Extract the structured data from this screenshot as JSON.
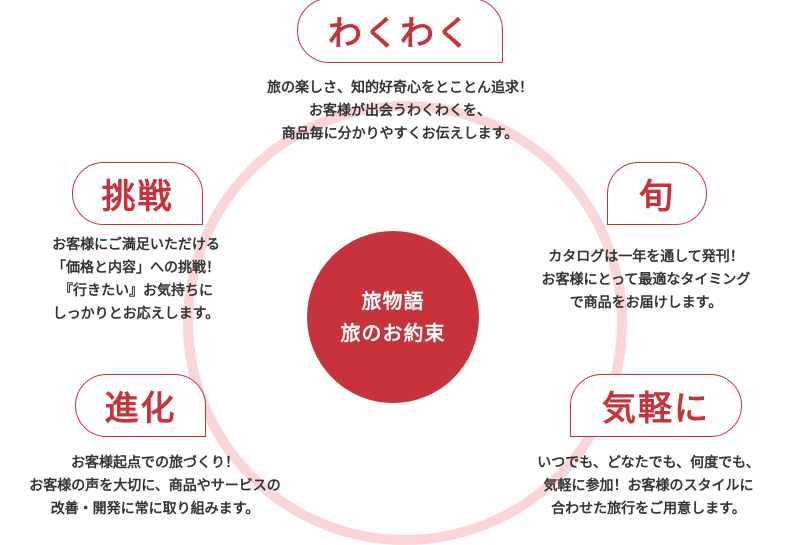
{
  "colors": {
    "accent": "#c8323b",
    "ring": "#fcd5d9",
    "text": "#333333"
  },
  "center": {
    "line1": "旅物語",
    "line2": "旅のお約束"
  },
  "items": [
    {
      "title": "わくわく",
      "lines": [
        "旅の楽しさ、知的好奇心をとことん追求！",
        "お客様が出会うわくわくを、",
        "商品毎に分かりやすくお伝えします。"
      ]
    },
    {
      "title": "挑戦",
      "lines": [
        "お客様にご満足いただける",
        "「価格と内容」への挑戦！",
        "『行きたい』お気持ちに",
        "しっかりとお応えします。"
      ]
    },
    {
      "title": "旬",
      "lines": [
        "カタログは一年を通して発刊！",
        "お客様にとって最適なタイミング",
        "で商品をお届けします。"
      ]
    },
    {
      "title": "進化",
      "lines": [
        "お客様起点での旅づくり！",
        "お客様の声を大切に、商品やサービスの",
        "改善・開発に常に取り組みます。"
      ]
    },
    {
      "title": "気軽に",
      "lines": [
        "いつでも、どなたでも、何度でも、",
        "気軽に参加！お客様のスタイルに",
        "合わせた旅行をご用意します。"
      ]
    }
  ]
}
